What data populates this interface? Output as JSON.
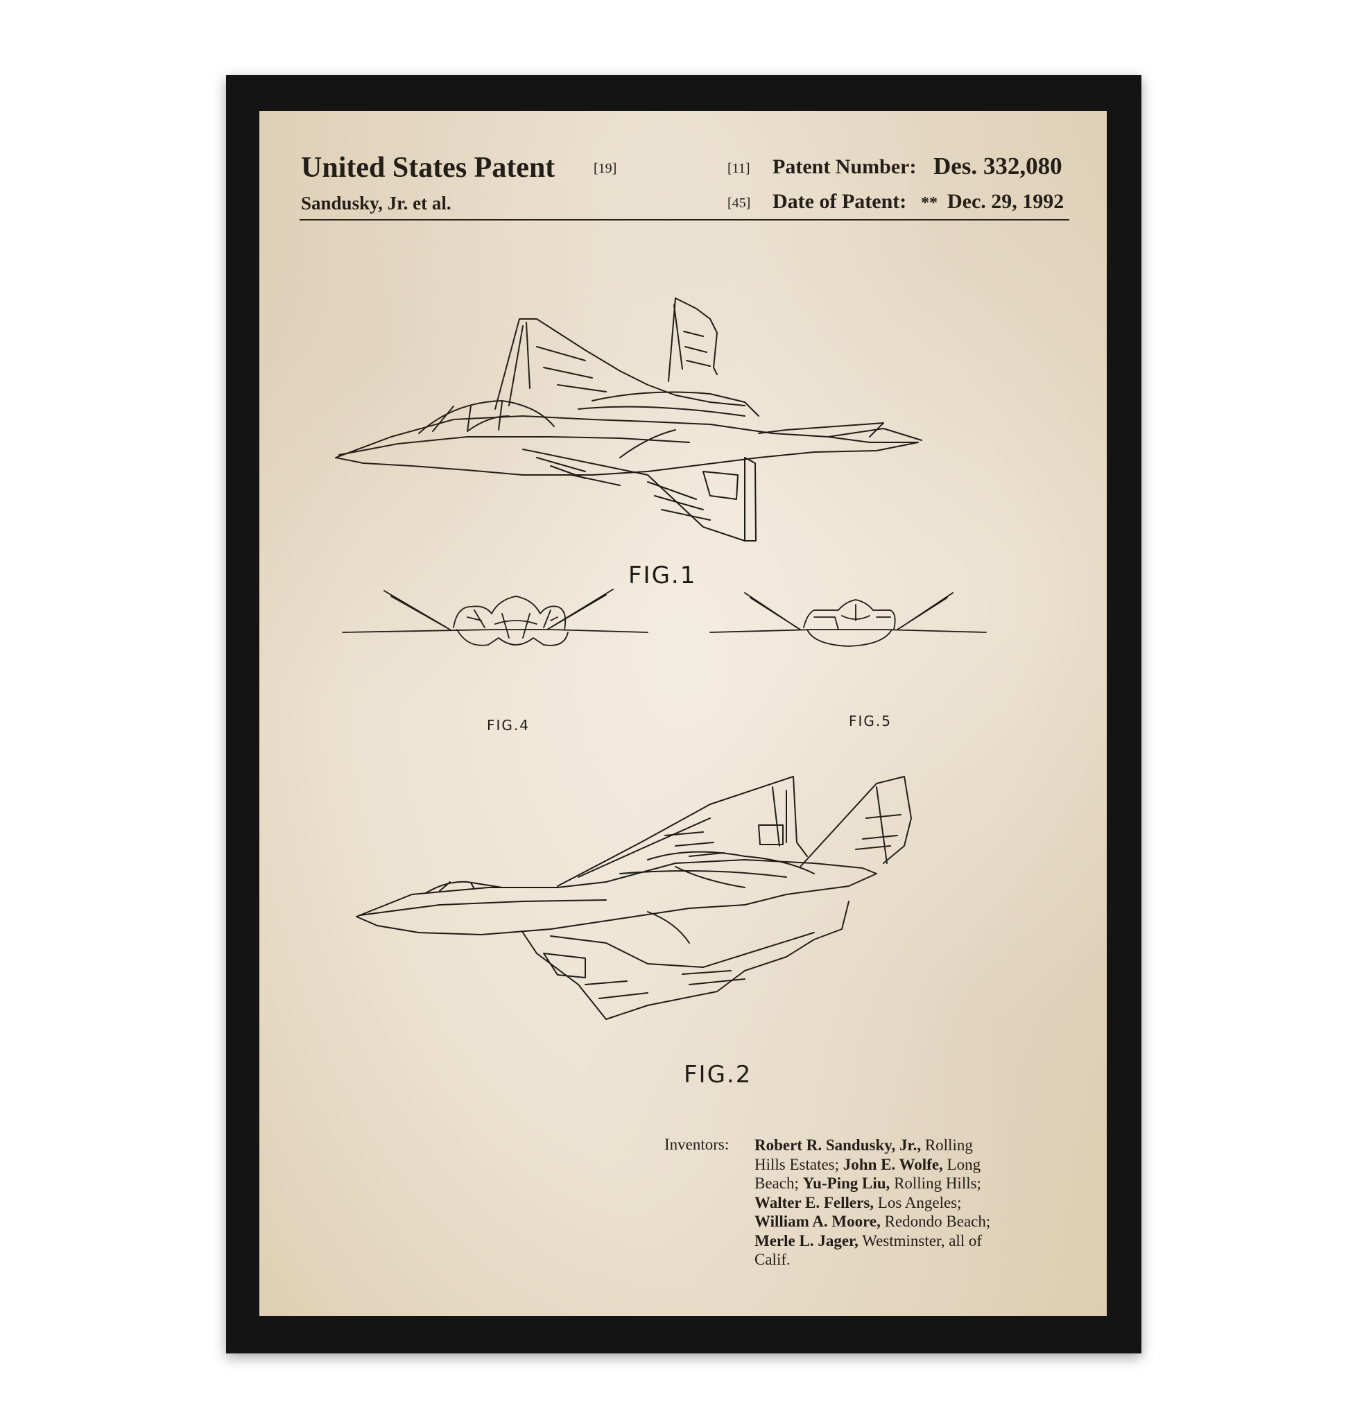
{
  "header": {
    "title": "United States Patent",
    "title_code": "[19]",
    "author": "Sandusky, Jr. et al.",
    "number_code": "[11]",
    "number_label": "Patent Number:",
    "number_value": "Des. 332,080",
    "date_code": "[45]",
    "date_label": "Date of Patent:",
    "date_stars": "**",
    "date_value": "Dec. 29, 1992"
  },
  "figures": {
    "fig1": "FIG.1",
    "fig4": "FIG.4",
    "fig5": "FIG.5",
    "fig2": "FIG.2"
  },
  "inventors": {
    "label": "Inventors:",
    "lines": [
      {
        "bold": "Robert R. Sandusky, Jr.,",
        "rest": " Rolling"
      },
      {
        "bold": "",
        "rest": "Hills Estates; "
      },
      {
        "bold": "",
        "rest": "Beach; "
      },
      {
        "bold": "Walter E. Fellers,",
        "rest": " Los Angeles;"
      },
      {
        "bold": "William A. Moore,",
        "rest": " Redondo Beach;"
      },
      {
        "bold": "Merle L. Jager,",
        "rest": " Westminster, all of"
      },
      {
        "bold": "",
        "rest": "Calif."
      }
    ],
    "line2_bold": "John E. Wolfe,",
    "line2_rest": " Long",
    "line3_bold": "Yu-Ping Liu,",
    "line3_rest": " Rolling Hills;"
  },
  "colors": {
    "frame": "#141414",
    "paper": "#ece2d1",
    "ink": "#1d1a16"
  }
}
